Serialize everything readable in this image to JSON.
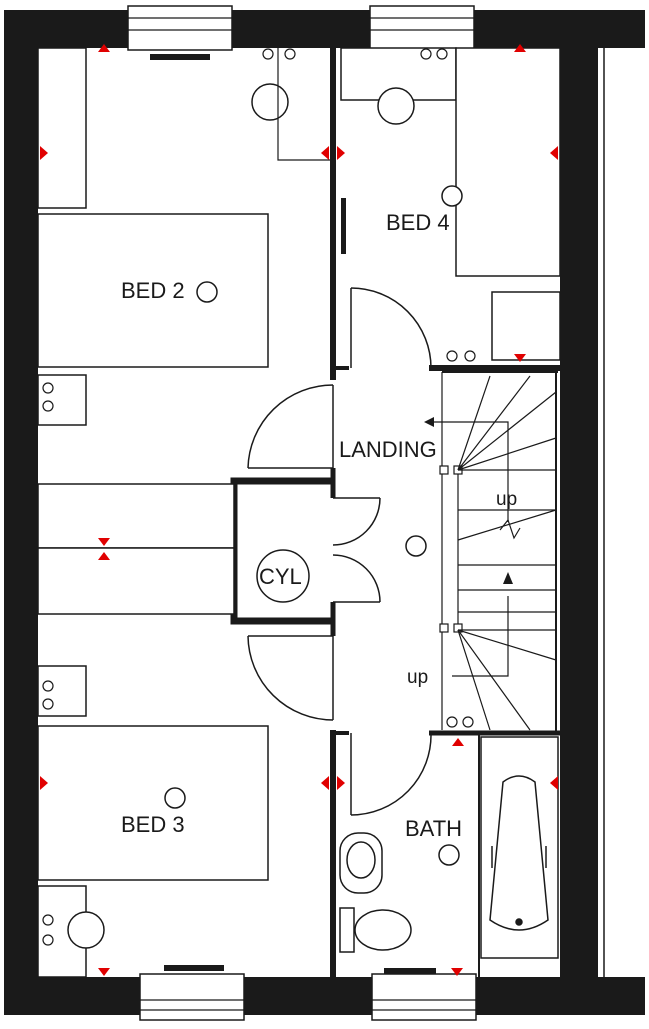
{
  "plan": {
    "rooms": {
      "bed2": "BED 2",
      "bed3": "BED 3",
      "bed4": "BED 4",
      "landing": "LANDING",
      "bath": "BATH",
      "cylinder": "CYL"
    },
    "stairs": {
      "upper_label": "up",
      "lower_label": "up"
    }
  },
  "colors": {
    "wall": "#1a1a1a",
    "line": "#1a1a1a",
    "marker": "#e00000",
    "background": "#ffffff"
  }
}
